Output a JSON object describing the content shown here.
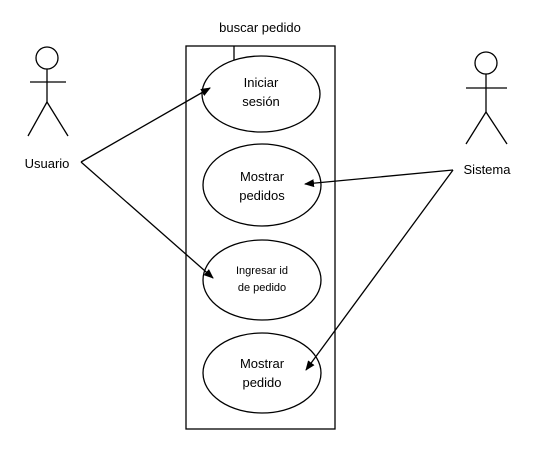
{
  "system": {
    "title": "buscar pedido"
  },
  "actors": [
    {
      "id": "usuario",
      "name": "Usuario"
    },
    {
      "id": "sistema",
      "name": "Sistema"
    }
  ],
  "use_cases": [
    {
      "id": "iniciar-sesion",
      "line1": "Iniciar",
      "line2": "sesión"
    },
    {
      "id": "mostrar-pedidos",
      "line1": "Mostrar",
      "line2": "pedidos"
    },
    {
      "id": "ingresar-id",
      "line1": "Ingresar id",
      "line2": "de pedido"
    },
    {
      "id": "mostrar-pedido",
      "line1": "Mostrar",
      "line2": "pedido"
    }
  ],
  "associations": [
    {
      "from": "usuario",
      "to": "iniciar-sesion"
    },
    {
      "from": "usuario",
      "to": "ingresar-id"
    },
    {
      "from": "sistema",
      "to": "mostrar-pedidos"
    },
    {
      "from": "sistema",
      "to": "mostrar-pedido"
    }
  ],
  "colors": {
    "stroke": "#000000",
    "background": "#ffffff"
  }
}
